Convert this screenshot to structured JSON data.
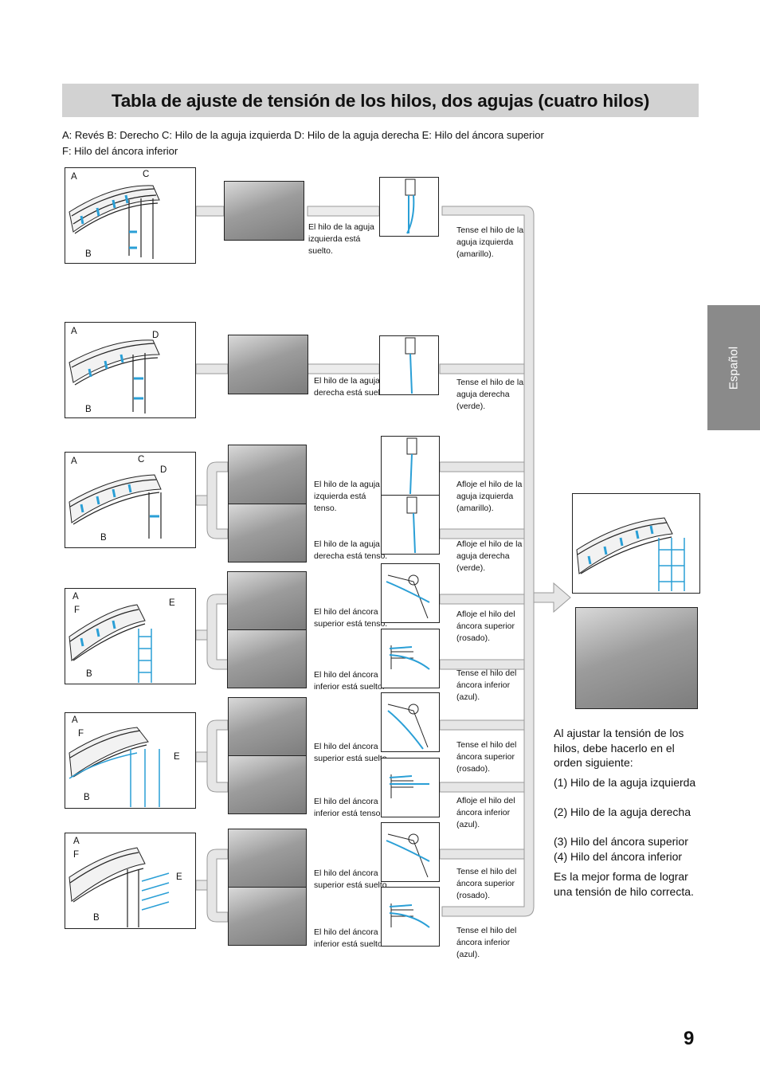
{
  "header": {
    "title": "Tabla de ajuste de tensión de los hilos, dos agujas (cuatro hilos)"
  },
  "legend": {
    "line1": "A: Revés  B: Derecho  C: Hilo de la aguja izquierda  D: Hilo de la aguja derecha  E: Hilo del áncora superior",
    "line2": "F: Hilo del áncora inferior"
  },
  "side_tab": {
    "label": "Español"
  },
  "diagram_letters": {
    "r1": [
      "A",
      "C",
      "B"
    ],
    "r2": [
      "A",
      "D",
      "B"
    ],
    "r3": [
      "A",
      "C",
      "D",
      "B"
    ],
    "r4": [
      "A",
      "F",
      "E",
      "B"
    ],
    "r5": [
      "A",
      "F",
      "E",
      "B"
    ],
    "r6": [
      "A",
      "F",
      "E",
      "B"
    ]
  },
  "conditions": [
    "El hilo de la aguja izquierda está suelto.",
    "El hilo de la aguja derecha está suelto.",
    "El hilo de la aguja izquierda está tenso.",
    "El hilo de la aguja derecha está tenso.",
    "El hilo del áncora superior está tenso.",
    "El hilo del áncora inferior está suelto.",
    "El hilo del áncora superior está suelto.",
    "El hilo del áncora inferior está tenso.",
    "El hilo del áncora superior está suelto.",
    "El hilo del áncora inferior está suelto."
  ],
  "actions": [
    "Tense el hilo de la aguja izquierda (amarillo).",
    "Tense el hilo de la aguja derecha (verde).",
    "Afloje el hilo de la aguja izquierda (amarillo).",
    "Afloje el hilo de la aguja derecha (verde).",
    "Afloje el hilo del áncora superior (rosado).",
    "Tense el hilo del áncora inferior (azul).",
    "Tense el hilo del áncora superior (rosado).",
    "Afloje el hilo del áncora inferior (azul).",
    "Tense el hilo del áncora superior (rosado).",
    "Tense el hilo del áncora inferior (azul)."
  ],
  "right_panel": {
    "intro": "Al ajustar la tensión de los hilos, debe hacerlo en el orden siguiente:",
    "steps": [
      "(1) Hilo de la aguja izquierda",
      "(2) Hilo de la aguja derecha",
      "(3) Hilo del áncora superior",
      "(4) Hilo del áncora inferior"
    ],
    "conclusion": "Es la mejor forma de lograr una tensión de hilo correcta."
  },
  "colors": {
    "thread_blue": "#2a9fd6",
    "connector_gray": "#e4e4e4"
  },
  "page_number": "9"
}
